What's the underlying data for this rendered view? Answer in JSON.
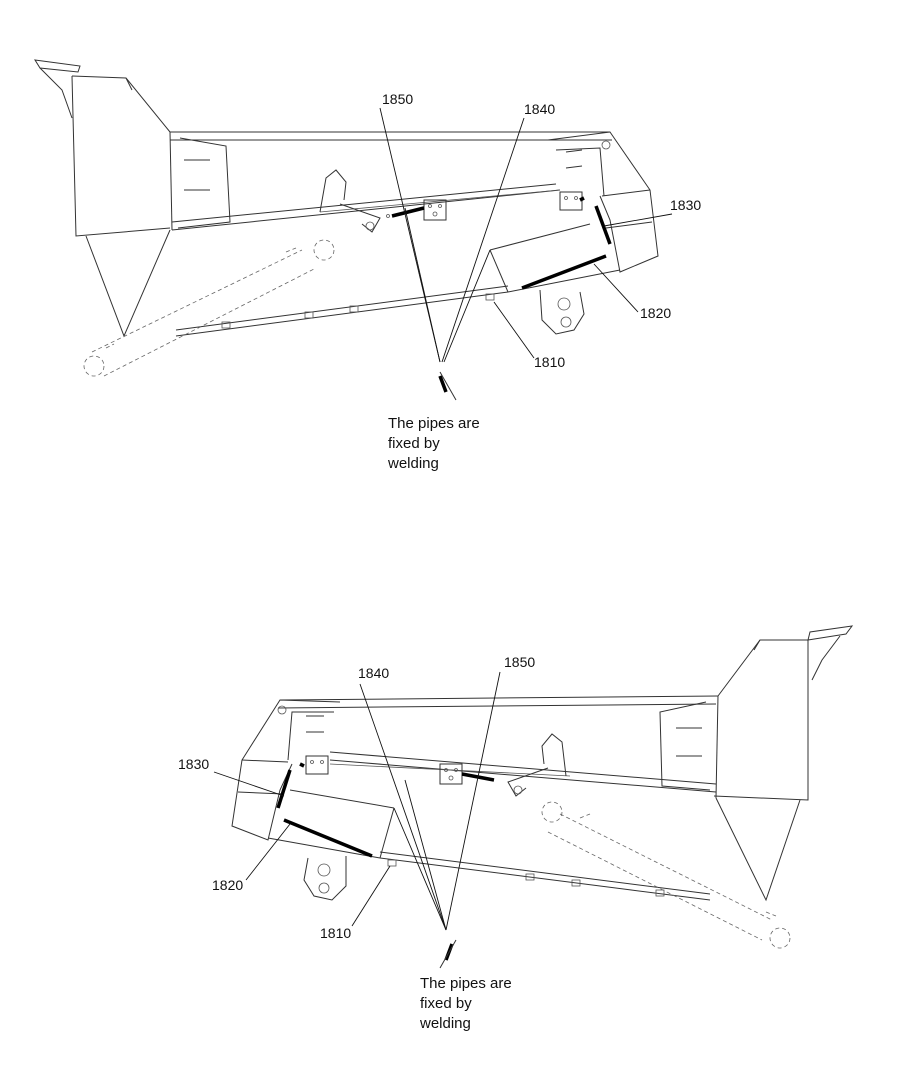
{
  "top_view": {
    "labels": {
      "l1850": "1850",
      "l1840": "1840",
      "l1830": "1830",
      "l1820": "1820",
      "l1810": "1810"
    },
    "caption": [
      "The pipes are",
      "fixed by",
      "welding"
    ]
  },
  "bottom_view": {
    "labels": {
      "l1850": "1850",
      "l1840": "1840",
      "l1830": "1830",
      "l1820": "1820",
      "l1810": "1810"
    },
    "caption": [
      "The pipes are",
      "fixed by",
      "welding"
    ]
  },
  "colors": {
    "line": "#333333",
    "pipe": "#000000",
    "background": "#ffffff"
  }
}
